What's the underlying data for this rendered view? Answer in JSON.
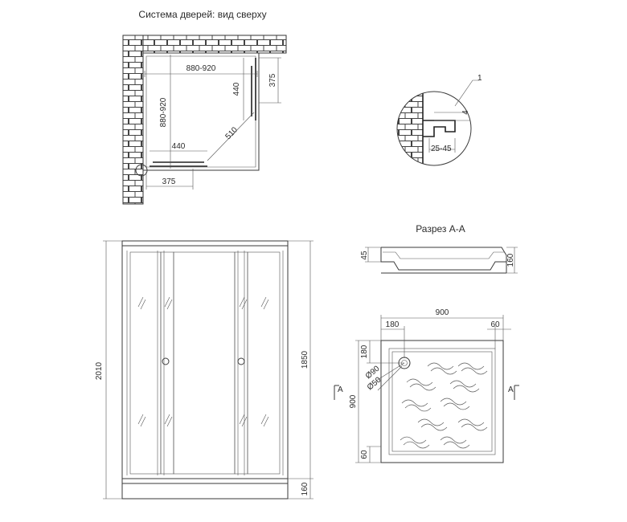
{
  "top_view": {
    "title": "Система дверей: вид сверху",
    "dim_width": "880-920",
    "dim_height": "880-920",
    "dim_door_top": "440",
    "dim_door_bottom": "440",
    "dim_right": "375",
    "dim_bottom": "375",
    "dim_diag": "510"
  },
  "detail": {
    "callout": "1",
    "dim_gap": "4",
    "dim_range": "25-45"
  },
  "front_view": {
    "dim_total_height": "2010",
    "dim_panel_height": "1850",
    "dim_base": "160"
  },
  "section": {
    "title": "Разрез А-А",
    "dim_rim": "45",
    "dim_height": "160"
  },
  "tray": {
    "dim_width": "900",
    "dim_left_offset": "180",
    "dim_right_offset": "60",
    "dim_top_offset": "180",
    "dim_height": "900",
    "dim_bottom_offset": "60",
    "drain_outer": "Ø90",
    "drain_inner": "Ø50",
    "cut_marker_left": "А",
    "cut_marker_right": "А"
  }
}
